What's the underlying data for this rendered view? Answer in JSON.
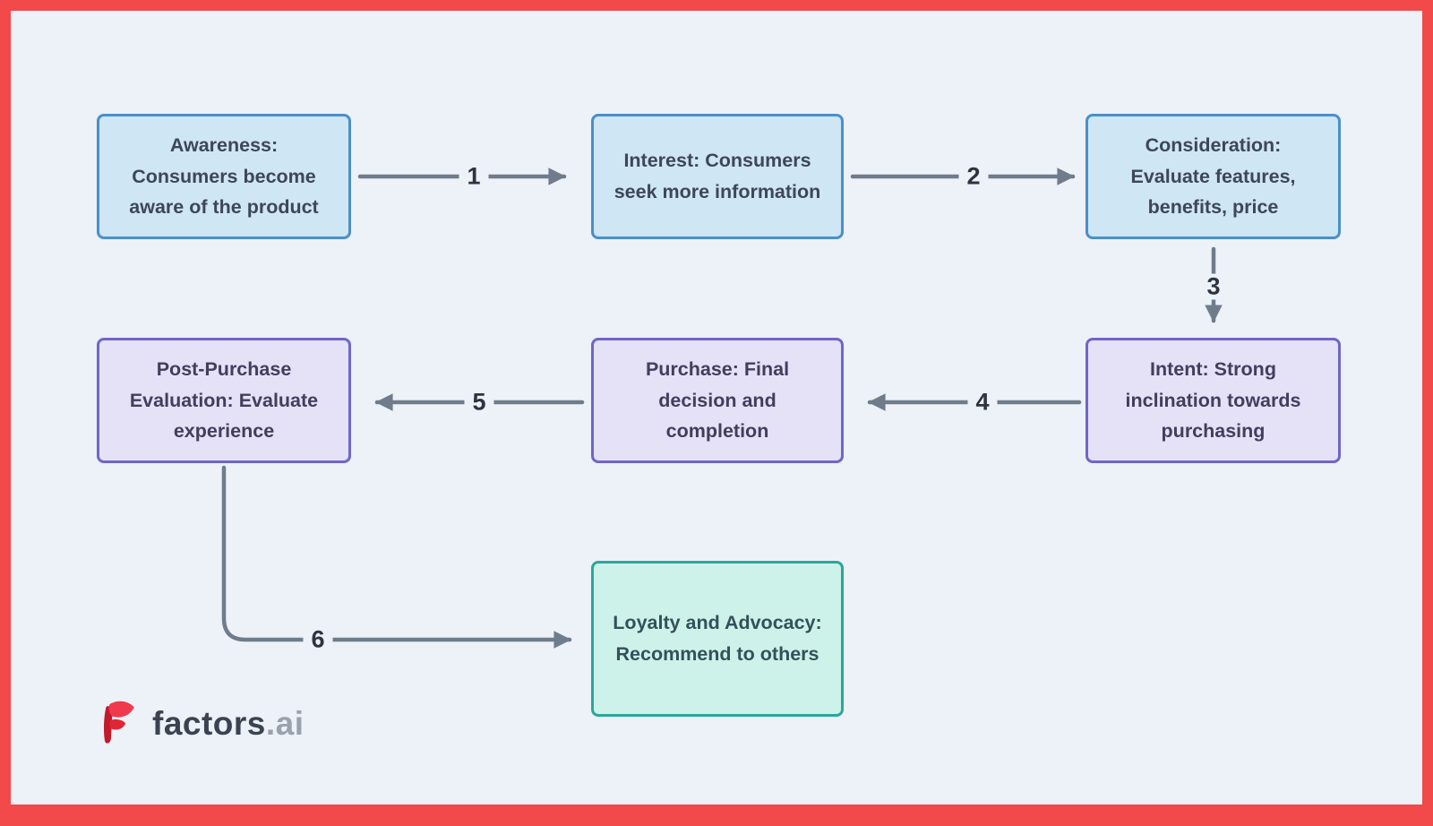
{
  "brand": {
    "name": "factors",
    "suffix": ".ai",
    "icon": "factors-logo-icon",
    "icon_colors": [
      "#c2192b",
      "#ee3a4c",
      "#e02537"
    ]
  },
  "diagram": {
    "type": "flowchart",
    "description": "Consumer purchase journey funnel with six numbered steps",
    "colors": {
      "frame": "#f2494b",
      "background": "#edf1f8",
      "arrow": "#6e7c8b",
      "edge_label": "#2c3440"
    },
    "nodes": [
      {
        "id": "awareness",
        "label": "Awareness: Consumers become aware of the product",
        "fill": "#cfe6f4",
        "border": "#4a90c8",
        "text_color": "#3d4759"
      },
      {
        "id": "interest",
        "label": "Interest: Consumers seek more information",
        "fill": "#cfe6f4",
        "border": "#4a90c8",
        "text_color": "#3d4759"
      },
      {
        "id": "consideration",
        "label": "Consideration: Evaluate features, benefits, price",
        "fill": "#cfe6f4",
        "border": "#4a90c8",
        "text_color": "#3d4759"
      },
      {
        "id": "intent",
        "label": "Intent: Strong inclination towards purchasing",
        "fill": "#e5e1f7",
        "border": "#6f66c8",
        "text_color": "#413e5e"
      },
      {
        "id": "purchase",
        "label": "Purchase: Final decision and completion",
        "fill": "#e5e1f7",
        "border": "#6f66c8",
        "text_color": "#413e5e"
      },
      {
        "id": "post_purchase",
        "label": "Post-Purchase Evaluation: Evaluate experience",
        "fill": "#e5e1f7",
        "border": "#6f66c8",
        "text_color": "#413e5e"
      },
      {
        "id": "loyalty",
        "label": "Loyalty and Advocacy: Recommend to others",
        "fill": "#cdf2e9",
        "border": "#2aa79b",
        "text_color": "#35505a"
      }
    ],
    "edges": [
      {
        "from": "awareness",
        "to": "interest",
        "label": "1"
      },
      {
        "from": "interest",
        "to": "consideration",
        "label": "2"
      },
      {
        "from": "consideration",
        "to": "intent",
        "label": "3"
      },
      {
        "from": "intent",
        "to": "purchase",
        "label": "4"
      },
      {
        "from": "purchase",
        "to": "post_purchase",
        "label": "5"
      },
      {
        "from": "post_purchase",
        "to": "loyalty",
        "label": "6"
      }
    ]
  }
}
